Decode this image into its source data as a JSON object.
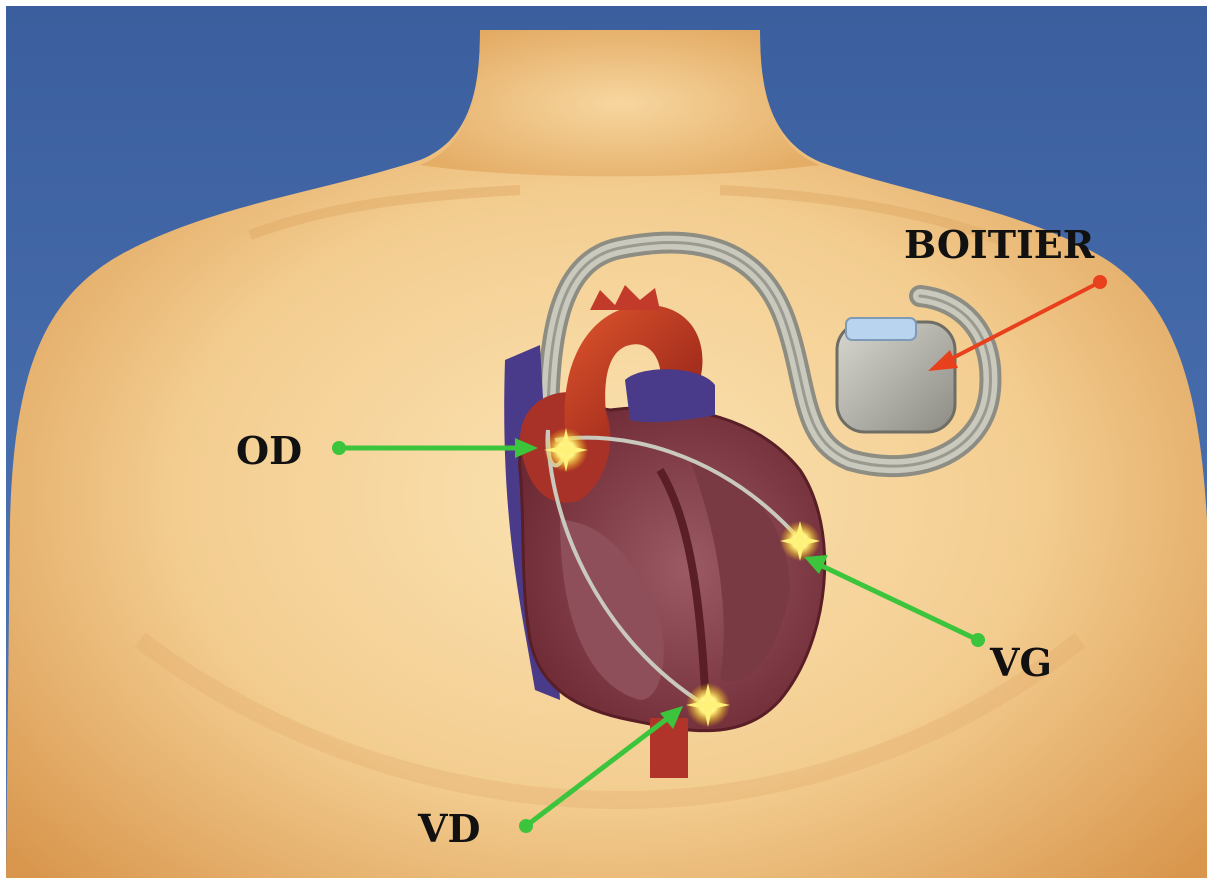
{
  "labels": {
    "boitier": "BOITIER",
    "od": "OD",
    "vg": "VG",
    "vd": "VD"
  },
  "colors": {
    "background": "#4a6fae",
    "skin": "#f2c98a",
    "skin_shadow": "#d99a52",
    "pacer_arrow": "#e8401c",
    "lead_arrow": "#3cc43c",
    "heart_red": "#b0342a",
    "heart_muscle": "#8a4a56",
    "vein_blue": "#4a3a8a",
    "device": "#b8b8b0",
    "spark": "#ffe84a"
  }
}
